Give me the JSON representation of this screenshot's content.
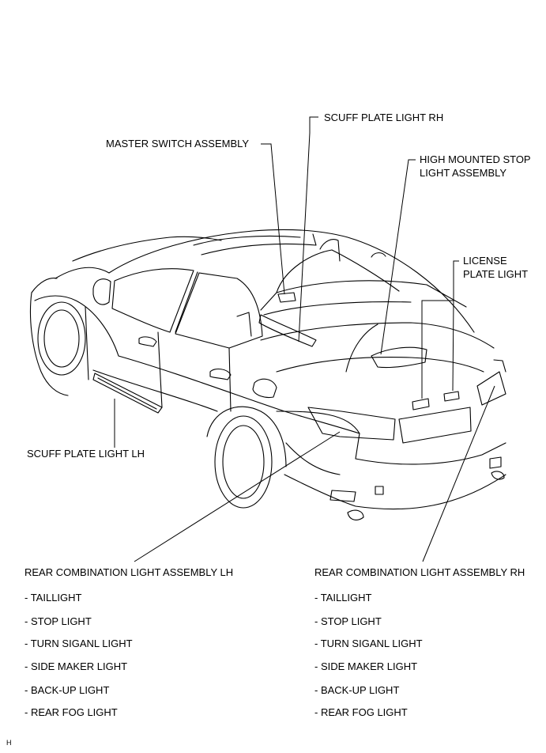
{
  "labels": {
    "scuff_rh": "SCUFF PLATE LIGHT  RH",
    "master_switch": "MASTER SWITCH ASSEMBLY",
    "hmsl_line1": "HIGH MOUNTED STOP",
    "hmsl_line2": "LIGHT ASSEMBLY",
    "license_line1": "LICENSE",
    "license_line2": "PLATE LIGHT",
    "scuff_lh": "SCUFF PLATE LIGHT  LH"
  },
  "rear_lh": {
    "title": "REAR COMBINATION LIGHT ASSEMBLY  LH",
    "items": [
      "- TAILLIGHT",
      "- STOP LIGHT",
      "- TURN SIGANL LIGHT",
      "- SIDE MAKER LIGHT",
      "- BACK-UP LIGHT",
      "- REAR FOG LIGHT"
    ]
  },
  "rear_rh": {
    "title": "REAR COMBINATION LIGHT ASSEMBLY  RH",
    "items": [
      "- TAILLIGHT",
      "- STOP LIGHT",
      "- TURN SIGANL LIGHT",
      "- SIDE MAKER LIGHT",
      "- BACK-UP LIGHT",
      "- REAR FOG LIGHT"
    ]
  },
  "footer_code": "H"
}
